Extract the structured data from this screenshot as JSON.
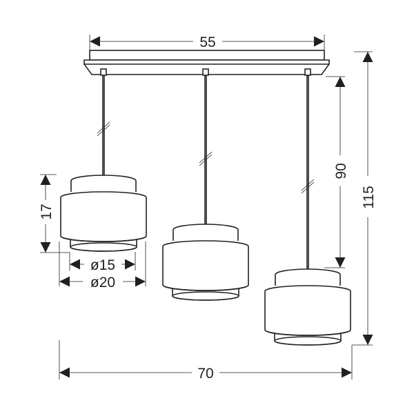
{
  "dimensions": {
    "canopy_width": "55",
    "total_width": "70",
    "cable_length": "90",
    "total_height": "115",
    "shade_height": "17",
    "inner_diameter": "ø15",
    "outer_diameter": "ø20"
  },
  "colors": {
    "line": "#231f20",
    "background": "#ffffff"
  }
}
